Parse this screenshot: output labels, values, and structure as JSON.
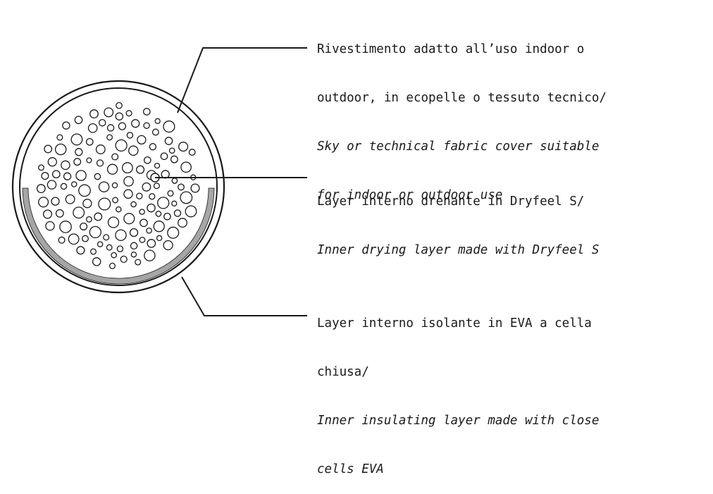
{
  "colors": {
    "ink": "#1a1a1a",
    "insulating_layer": "#a6a6a6",
    "background": "#ffffff"
  },
  "labels": {
    "cover": {
      "italian": [
        "Rivestimento adatto all’uso indoor o",
        "outdoor, in ecopelle o tessuto tecnico/"
      ],
      "english": [
        "Sky or technical fabric cover suitable",
        "for indoor or outdoor use"
      ]
    },
    "drying": {
      "italian": [
        "Layer interno drenante in Dryfeel S/"
      ],
      "english": [
        "Inner drying layer made with Dryfeel S"
      ]
    },
    "insulating": {
      "italian": [
        "Layer interno isolante in EVA a cella",
        "chiusa/"
      ],
      "english": [
        "Inner insulating layer made with close",
        "cells EVA"
      ]
    }
  }
}
